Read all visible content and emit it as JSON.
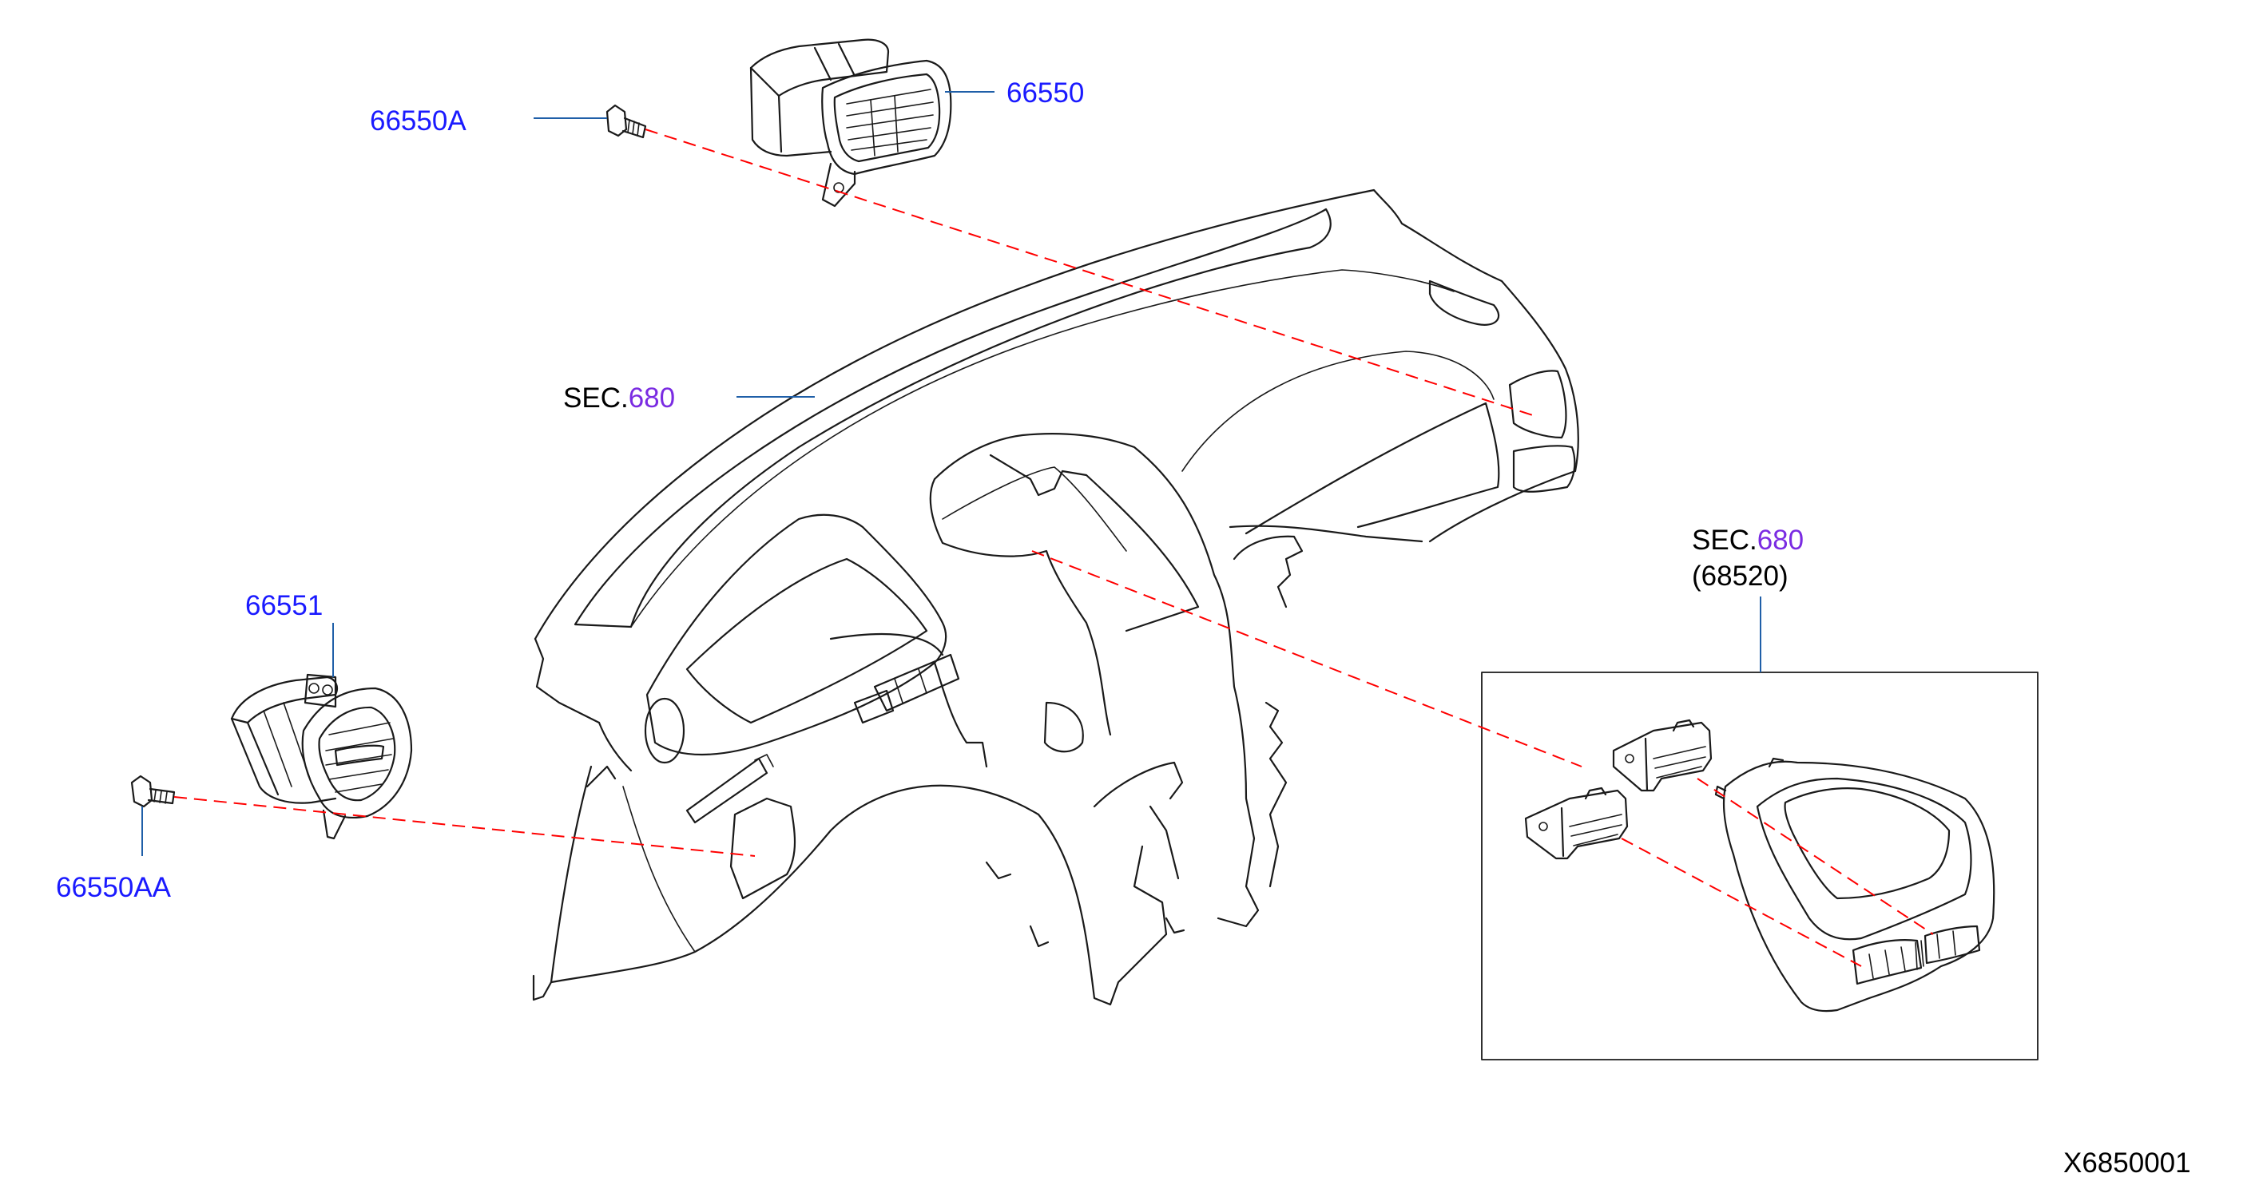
{
  "diagram": {
    "parts": {
      "vent_center": "66550",
      "screw_center": "66550A",
      "vent_side": "66551",
      "screw_side": "66550AA"
    },
    "section_ref_main": {
      "prefix": "SEC.",
      "number": "680"
    },
    "section_ref_inset": {
      "prefix": "SEC.",
      "number": "680",
      "sub": "(68520)"
    },
    "drawing_id": "X6850001"
  },
  "colors": {
    "part_number": "#1a1aff",
    "section_number": "#7a2be2",
    "dashed_line": "#ff0000",
    "leader_line": "#1f5fa8",
    "outline": "#1a1a1a"
  }
}
